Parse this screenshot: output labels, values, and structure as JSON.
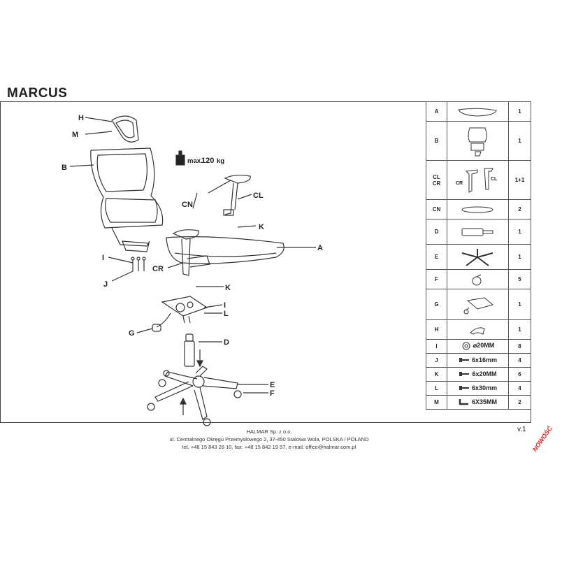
{
  "product": {
    "title": "MARCUS"
  },
  "weight": {
    "label": "max.",
    "value": "120",
    "unit": "kg"
  },
  "labels": {
    "H": "H",
    "M": "M",
    "B": "B",
    "CN": "CN",
    "CL": "CL",
    "K1": "K",
    "I": "I",
    "J": "J",
    "A": "A",
    "CR": "CR",
    "K2": "K",
    "I2": "I",
    "L": "L",
    "G": "G",
    "D": "D",
    "E": "E",
    "F": "F"
  },
  "parts": [
    {
      "code": "A",
      "qty": "1",
      "icon": "seat-icon"
    },
    {
      "code": "B",
      "qty": "1",
      "icon": "backrest-icon"
    },
    {
      "code": "CL\nCR",
      "qty": "1+1",
      "icon": "armrest-icon",
      "pic_labels": [
        "CR",
        "CL"
      ]
    },
    {
      "code": "CN",
      "qty": "2",
      "icon": "armpad-icon"
    },
    {
      "code": "D",
      "qty": "1",
      "icon": "gas-lift-icon"
    },
    {
      "code": "E",
      "qty": "1",
      "icon": "star-base-icon"
    },
    {
      "code": "F",
      "qty": "5",
      "icon": "caster-icon"
    },
    {
      "code": "G",
      "qty": "1",
      "icon": "mechanism-icon"
    },
    {
      "code": "H",
      "qty": "1",
      "icon": "headrest-icon"
    },
    {
      "code": "I",
      "qty": "8",
      "spec": "⌀20MM",
      "icon": "washer-icon"
    },
    {
      "code": "J",
      "qty": "4",
      "spec": "6x16mm",
      "icon": "screw-icon"
    },
    {
      "code": "K",
      "qty": "6",
      "spec": "6x20MM",
      "icon": "screw-icon"
    },
    {
      "code": "L",
      "qty": "4",
      "spec": "6x30mm",
      "icon": "screw-icon"
    },
    {
      "code": "M",
      "qty": "2",
      "spec": "6X35MM",
      "icon": "allen-key-icon"
    }
  ],
  "version": "v.1",
  "footer": {
    "company": "HALMAR Sp. z o.o.",
    "address": "ul. Centralnego Okręgu Przemysłowego 2, 37-450 Stalowa Wola, POLSKA / POLAND",
    "contact": "tel. +48 15 843 28 10, fax: +48 15 842 19 57, e-mail: office@halmar.com.pl"
  },
  "stamp": "NOWOŚĆ",
  "colors": {
    "line": "#333333",
    "stamp": "#dd2222"
  }
}
